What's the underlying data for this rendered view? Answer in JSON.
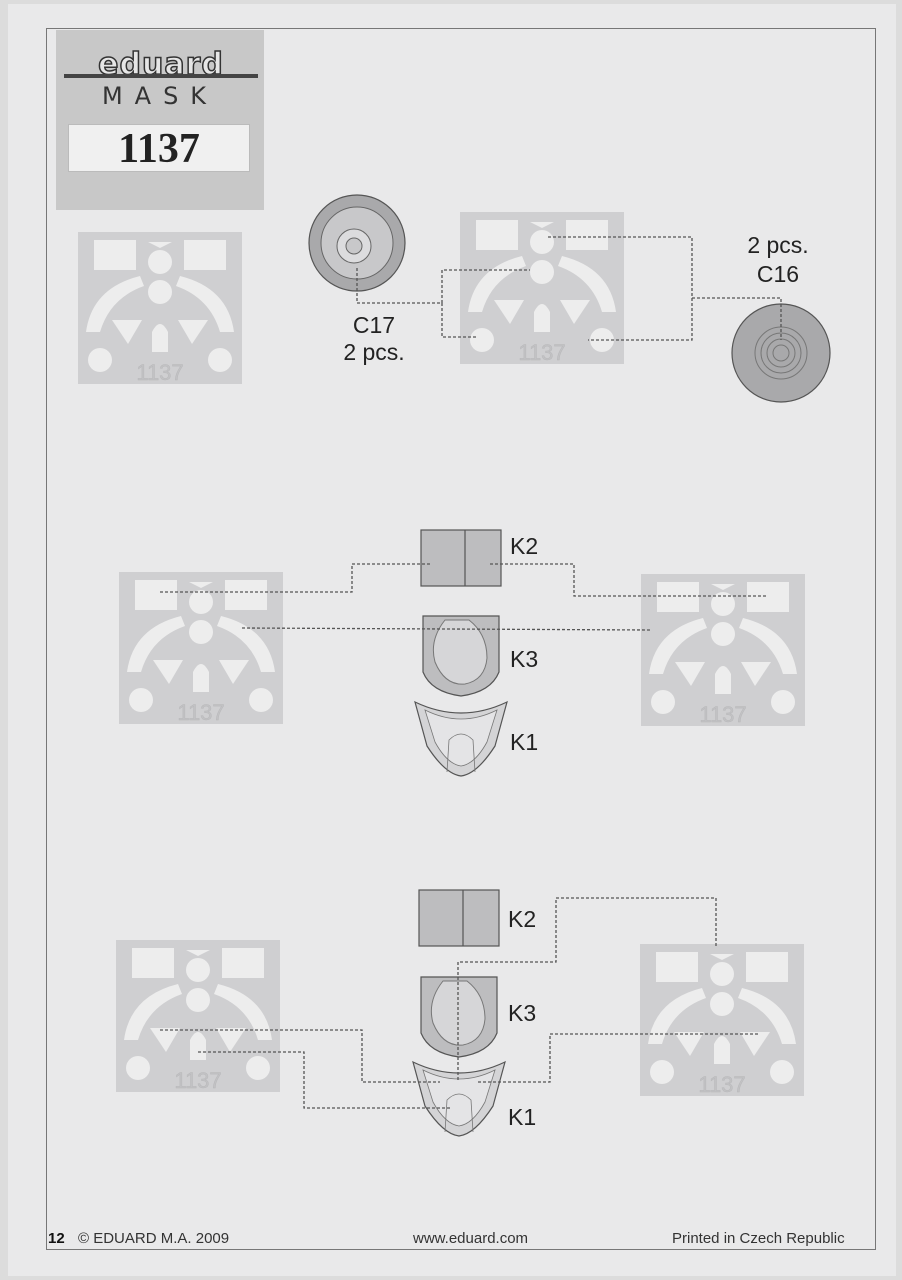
{
  "header": {
    "brand": "eduard",
    "product": "MASK",
    "number": "1137"
  },
  "sheet_label": "1137",
  "labels": {
    "c17": "C17",
    "c17_qty": "2 pcs.",
    "c16_qty": "2 pcs.",
    "c16": "C16",
    "k2": "K2",
    "k3": "K3",
    "k1": "K1"
  },
  "footer": {
    "page": "12",
    "copyright": "© EDUARD M.A. 2009",
    "website": "www.eduard.com",
    "printed": "Printed in Czech Republic"
  },
  "colors": {
    "mask_sheet": "#cfcfd1",
    "mask_cut": "#ededed",
    "wheel": "#a9a9ab",
    "canopy": "#bdbdbf",
    "leader_line": "#555555"
  }
}
